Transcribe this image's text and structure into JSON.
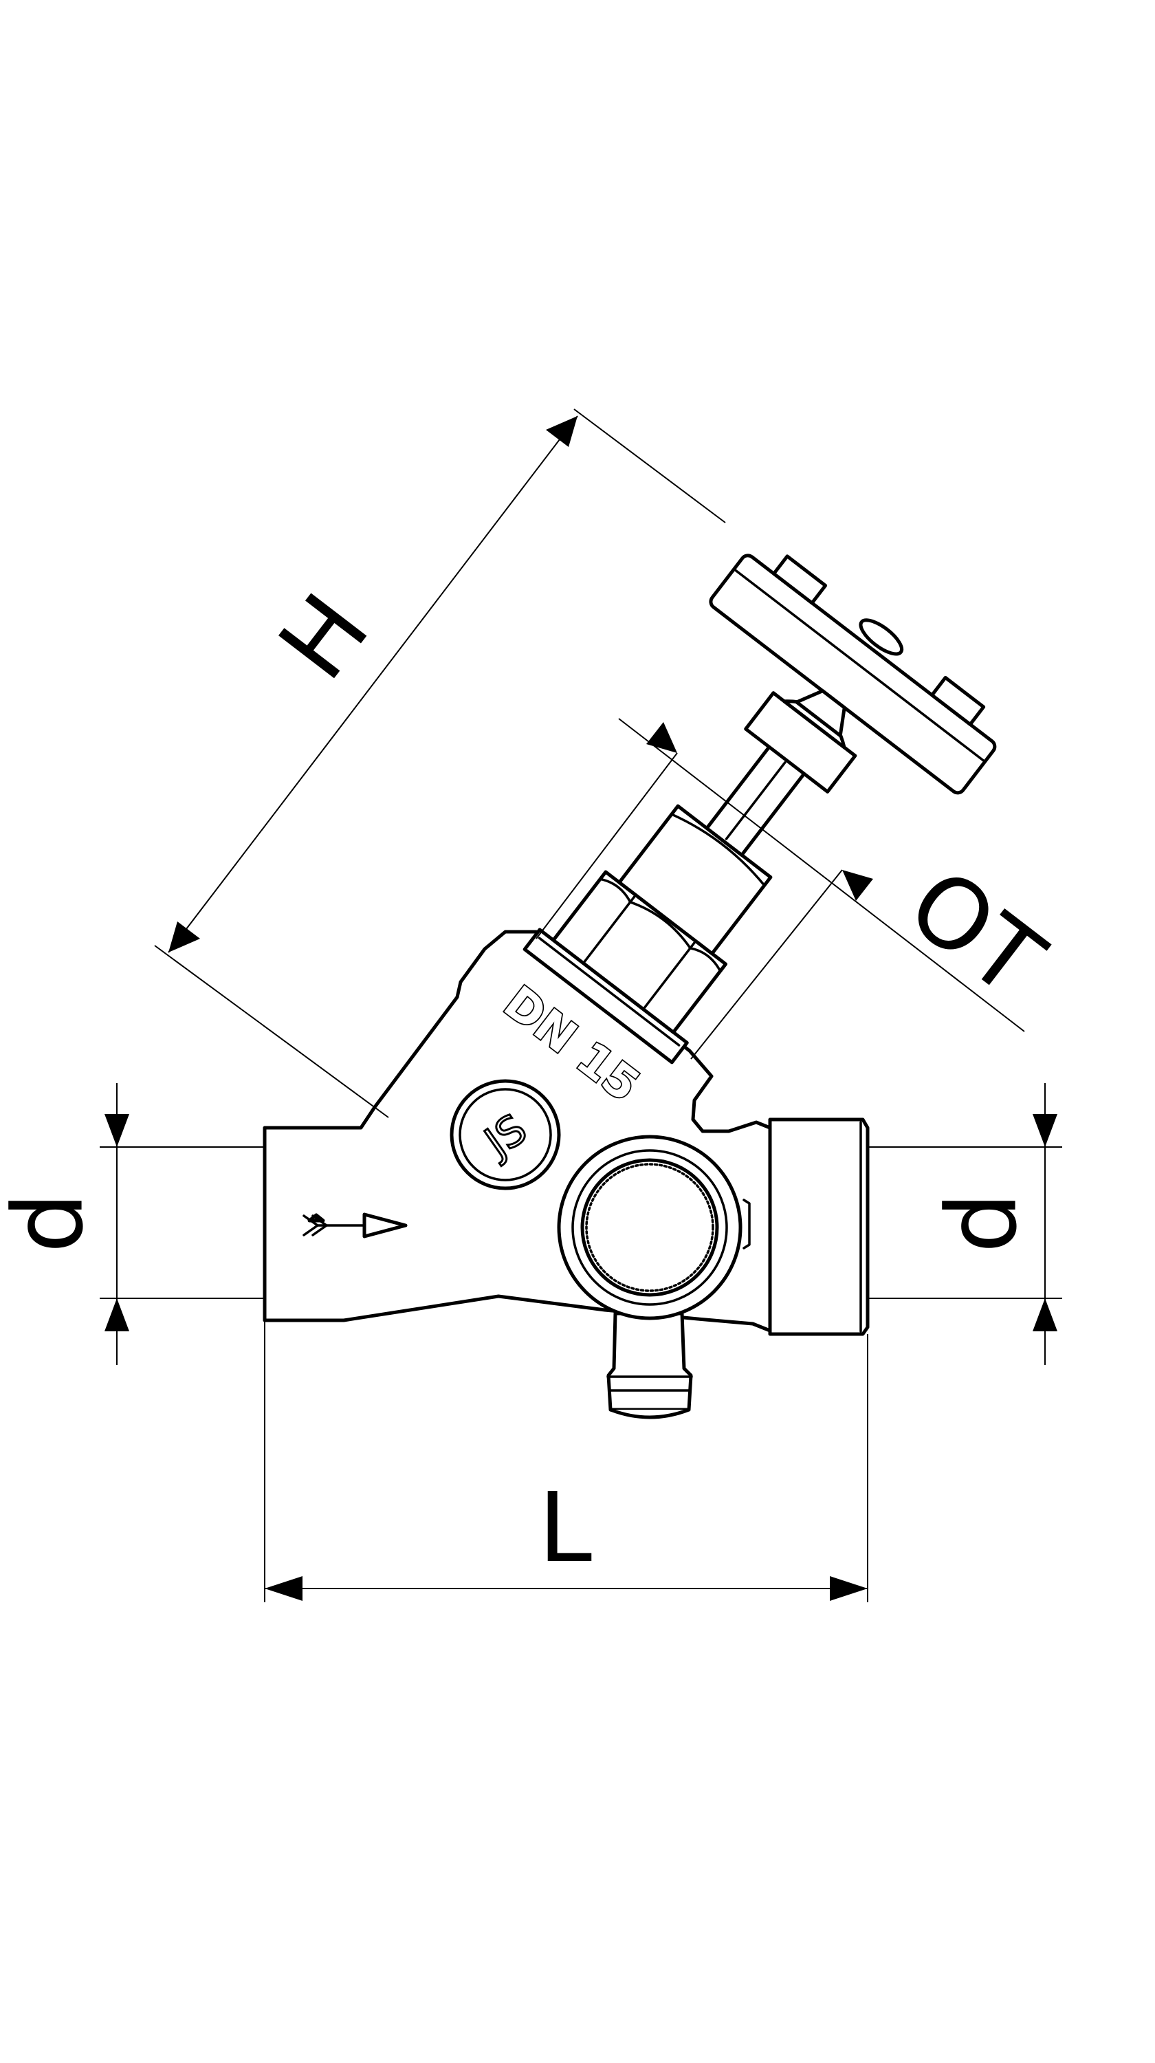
{
  "diagram": {
    "title": "",
    "dimensions": {
      "height_label": "H",
      "spanner_label": "OT",
      "left_diameter_label": "d",
      "right_diameter_label": "d",
      "length_label": "L"
    },
    "body_marking": "DN 15",
    "logo_marking": "JS",
    "colors": {
      "line": "#000000",
      "background": "#ffffff"
    },
    "icons": {
      "flow_direction": "flow-arrow-icon",
      "logo": "manufacturer-logo-icon"
    }
  }
}
